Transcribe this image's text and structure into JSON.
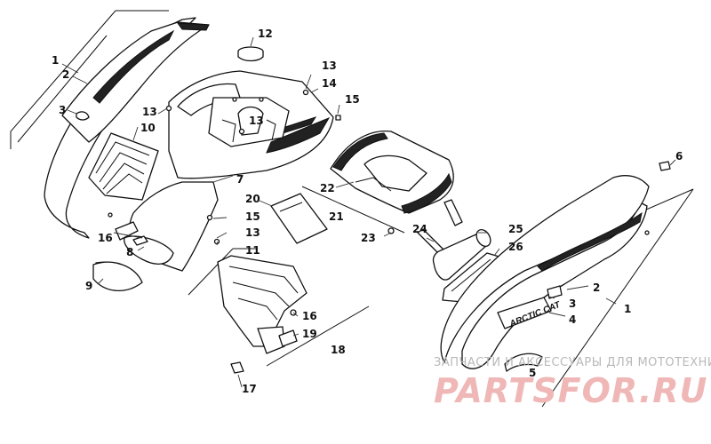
{
  "callouts": {
    "c1a": "1",
    "c2a": "2",
    "c3a": "3",
    "c10": "10",
    "c13a": "13",
    "c12": "12",
    "c13b": "13",
    "c14": "14",
    "c15a": "15",
    "c13c": "13",
    "c7": "7",
    "c16a": "16",
    "c8": "8",
    "c9": "9",
    "c20": "20",
    "c15b": "15",
    "c13d": "13",
    "c11": "11",
    "c22": "22",
    "c21": "21",
    "c23": "23",
    "c24": "24",
    "c25": "25",
    "c26": "26",
    "c6": "6",
    "c2b": "2",
    "c1b": "1",
    "c3b": "3",
    "c4": "4",
    "c5": "5",
    "c16b": "16",
    "c19": "19",
    "c18": "18",
    "c17": "17"
  },
  "decal_text": "ARCTIC CAT",
  "watermark": {
    "line1": "ЗАПЧАСТИ И АКСЕССУАРЫ ДЛЯ МОТОТЕХНИКИ",
    "line2": "PARTSFOR.RU"
  }
}
